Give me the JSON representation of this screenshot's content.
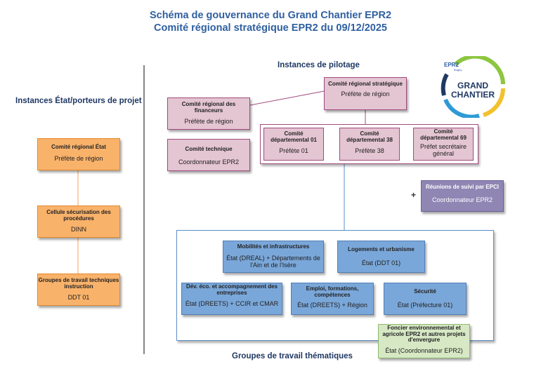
{
  "header": {
    "title_line1": "Schéma de gouvernance du Grand Chantier EPR2",
    "title_line2": "Comité régional stratégique EPR2 du 09/12/2025"
  },
  "sections": {
    "left": "Instances État/porteurs de projet",
    "pilotage": "Instances de pilotage",
    "groupes": "Groupes de travail thématiques"
  },
  "logo": {
    "epr2": "EPR2",
    "bugey": "Bugey",
    "line1": "GRAND",
    "line2": "CHANTIER",
    "colors": {
      "navy": "#1f3864",
      "green": "#8cc63f",
      "blue": "#2e9bd6",
      "yellow": "#f2c12e"
    }
  },
  "left_boxes": [
    {
      "title": "Comité régional État",
      "subtitle": "Préfète de région"
    },
    {
      "title": "Cellule sécurisation des procédures",
      "subtitle": "DINN"
    },
    {
      "title": "Groupes de travail techniques instruction",
      "subtitle": "DDT 01"
    }
  ],
  "pilotage": {
    "strategique": {
      "title": "Comité régional stratégique",
      "subtitle": "Préfète de région"
    },
    "financeurs": {
      "title": "Comité régional des financeurs",
      "subtitle": "Préfète de région"
    },
    "technique": {
      "title": "Comité technique",
      "subtitle": "Coordonnateur EPR2"
    },
    "dep01": {
      "title": "Comité départemental 01",
      "subtitle": "Préfète 01"
    },
    "dep38": {
      "title": "Comité départemental 38",
      "subtitle": "Préfète 38"
    },
    "dep69": {
      "title": "Comité départemental 69",
      "subtitle": "Préfet secrétaire général"
    },
    "plus": "+",
    "epci": {
      "title": "Réunions de suivi par EPCI",
      "subtitle": "Coordonnateur EPR2"
    }
  },
  "groupes": [
    {
      "title": "Mobilités et infrastructures",
      "subtitle": "État (DREAL) + Départements de l'Ain et de l'Isère"
    },
    {
      "title": "Logements et urbanisme",
      "subtitle": "État (DDT 01)"
    },
    {
      "title": "Dév. éco. et accompagnement des entreprises",
      "subtitle": "État (DREETS) + CCIR et CMAR"
    },
    {
      "title": "Emploi, formations, compétences",
      "subtitle": "État (DREETS) + Région"
    },
    {
      "title": "Sécurité",
      "subtitle": "État (Préfecture 01)"
    },
    {
      "title": "Foncier environnemental et agricole EPR2 et autres projets d'envergure",
      "subtitle": "État (Coordonnateur EPR2)"
    }
  ]
}
